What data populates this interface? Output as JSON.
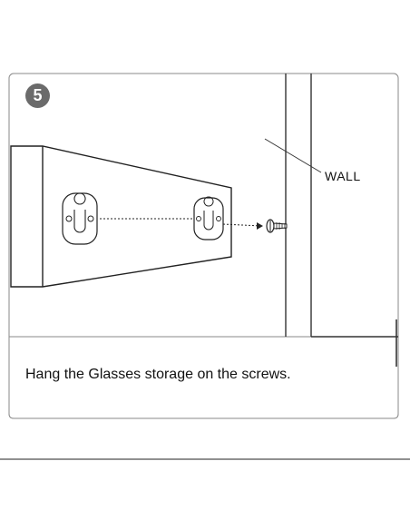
{
  "step": {
    "number": "5"
  },
  "labels": {
    "wall": "WALL"
  },
  "caption": {
    "text": "Hang the Glasses storage on the screws."
  }
}
